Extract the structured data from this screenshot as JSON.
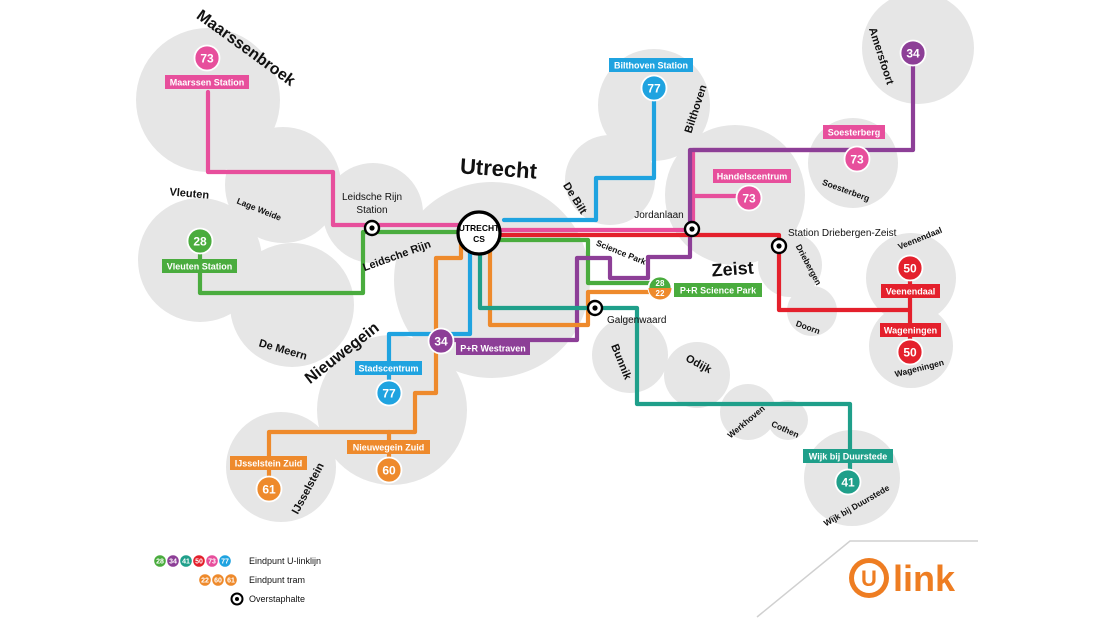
{
  "map_title": "Utrecht",
  "centre_stop": {
    "line1": "UTRECHT",
    "line2": "CS"
  },
  "places": {
    "maarssenbroek": "Maarssenbroek",
    "vleuten": "Vleuten",
    "lage_weide": "Lage Weide",
    "leidsche_rijn": "Leidsche Rijn",
    "de_meern": "De Meern",
    "nieuwegein": "Nieuwegein",
    "ijsselstein": "IJsselstein",
    "de_bilt": "De Bilt",
    "bilthoven": "Bilthoven",
    "amersfoort": "Amersfoort",
    "soesterberg": "Soesterberg",
    "zeist": "Zeist",
    "driebergen": "Driebergen",
    "doorn": "Doorn",
    "veenendaal": "Veenendaal",
    "wageningen": "Wageningen",
    "bunnik": "Bunnik",
    "odijk": "Odijk",
    "werkhoven": "Werkhoven",
    "cothen": "Cothen",
    "wijk_bij_duurstede": "Wijk bij Duurstede",
    "science_park": "Science Park"
  },
  "stops": {
    "leidsche_rijn_station": {
      "line1": "Leidsche Rijn",
      "line2": "Station"
    },
    "jordanlaan": "Jordanlaan",
    "station_driebergen_zeist": "Station Driebergen-Zeist",
    "galgenwaard": "Galgenwaard"
  },
  "terminal_labels": {
    "maarssen_station": "Maarssen Station",
    "vleuten_station": "Vleuten Station",
    "bilthoven_station": "Bilthoven Station",
    "soesterberg": "Soesterberg",
    "handelscentrum": "Handelscentrum",
    "p_r_science_park": "P+R Science Park",
    "veenendaal": "Veenendaal",
    "wageningen": "Wageningen",
    "p_r_westraven": "P+R Westraven",
    "stadscentrum": "Stadscentrum",
    "nieuwegein_zuid": "Nieuwegein Zuid",
    "ijsselstein_zuid": "IJsselstein Zuid",
    "wijk_bij_duurstede": "Wijk bij Duurstede"
  },
  "route_numbers": {
    "r73_maarssen": "73",
    "r28_vleuten": "28",
    "r77_bilthoven": "77",
    "r34_amersfoort": "34",
    "r73_soesterberg": "73",
    "r73_handelscentrum": "73",
    "r28_science_park": "28",
    "r22_science_park": "22",
    "r50_veenendaal": "50",
    "r50_wageningen": "50",
    "r34_westraven": "34",
    "r77_stadscentrum": "77",
    "r60_nieuwegein_zuid": "60",
    "r61_ijsselstein": "61",
    "r41_wijk": "41"
  },
  "line_colors": {
    "pink": "#e74f9c",
    "green": "#4aac3e",
    "blue": "#1fa3e0",
    "purple": "#8d3f97",
    "red": "#e4202c",
    "orange": "#ee8a2c",
    "teal": "#1f9f8a"
  },
  "legend": {
    "ulink_numbers": [
      "28",
      "34",
      "41",
      "50",
      "73",
      "77"
    ],
    "ulink_colors": [
      "#4aac3e",
      "#8d3f97",
      "#1f9f8a",
      "#e4202c",
      "#e74f9c",
      "#1fa3e0"
    ],
    "ulink_label": "Eindpunt U-linklijn",
    "tram_numbers": [
      "22",
      "60",
      "61"
    ],
    "tram_label": "Eindpunt tram",
    "transfer_label": "Overstaphalte"
  },
  "logo": {
    "letter": "U",
    "text": "link",
    "color": "#ee7d22"
  }
}
